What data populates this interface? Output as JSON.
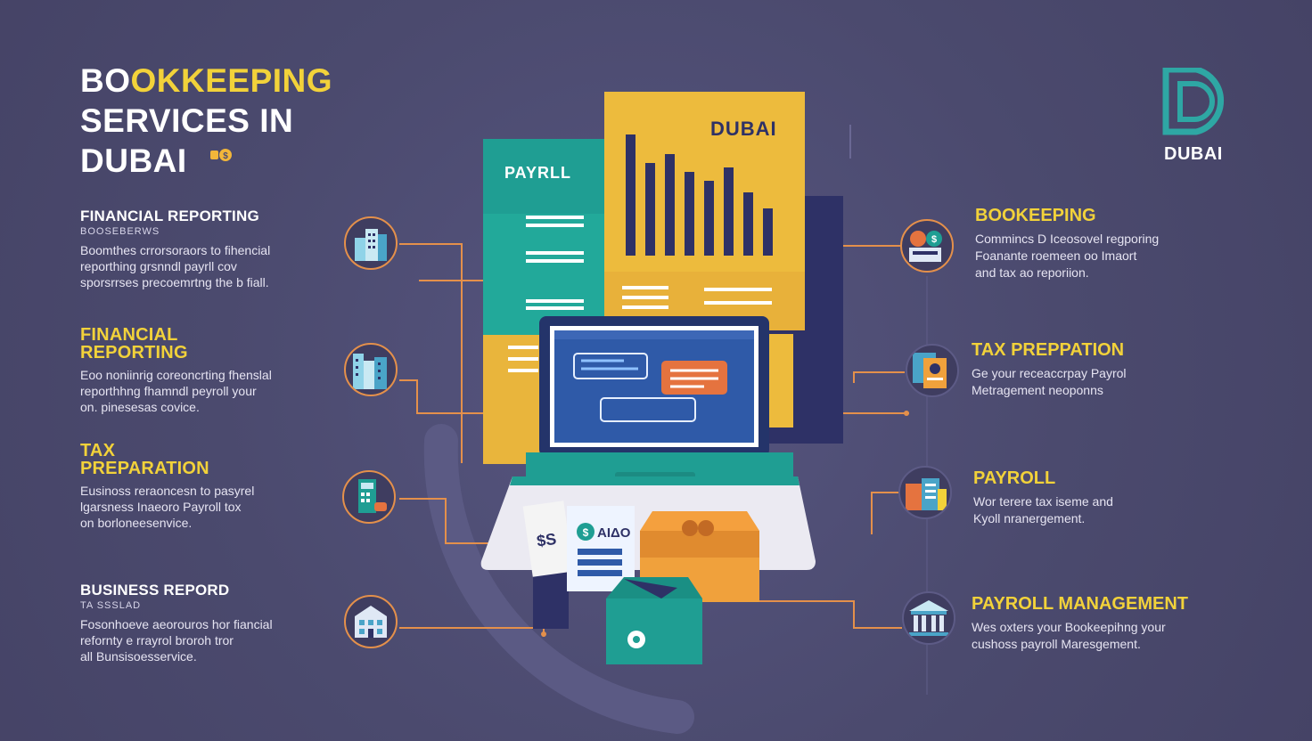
{
  "title": {
    "line1_a": "BO",
    "line1_b": "OKKEEPING",
    "line2": "SERVICES IN",
    "line3": "DUBAI"
  },
  "brand": {
    "text": "DUBAI",
    "accent": "#2ea7a4"
  },
  "documents": {
    "yellow_title": "DUBAI",
    "teal_title": "PAYRLL",
    "box_label": "AIΔO"
  },
  "left_items": [
    {
      "heading": "FINANCIAL REPORTING",
      "subheading": "BOOSEBERWS",
      "text": "Boomthes crrorsoraors to fihencial\nreporthing grsnndl payrll cov\nsporsrrses precoemrtng the b fiall.",
      "icon": "city-buildings-icon"
    },
    {
      "heading": "FINANCIAL\nREPORTING",
      "subheading": "",
      "text": "Eoo noniinrig  coreoncrting fhenslal\nreporthhng fhamndl peyroll your\non. pinesesas covice.",
      "icon": "skyscraper-icon"
    },
    {
      "heading": "TAX\nPREPARATION",
      "subheading": "",
      "text": "Eusinoss reraoncesn to pasyrel\nlgarsness Inaeoro Payroll tox\non borloneesenvice.",
      "icon": "calculator-icon"
    },
    {
      "heading": "BUSINESS REPORD",
      "subheading": "TA SSSLAD",
      "text": "Fosonhoeve aeorouros hor fiancial\nrefornty e rrayrol broroh tror\nall Bunsisoesservice.",
      "icon": "building-icon"
    }
  ],
  "right_items": [
    {
      "heading": "BOOKEEPING",
      "text": "Commincs D Iceosovel regporing\nFoanante roemeen oo Imaort\nand tax ao reporiion.",
      "icon": "money-coins-icon"
    },
    {
      "heading": "TAX PREPPATION",
      "text": "Ge your receaccrpay Payrol\nMetragement neoponns",
      "icon": "tax-documents-icon"
    },
    {
      "heading": "PAYROLL",
      "text": "Wor terere tax iseme  and\nKyoll nranergement.",
      "icon": "payroll-shop-icon"
    },
    {
      "heading": "PAYROLL MANAGEMENT",
      "text": "Wes oxters your Bookeepihng your\ncushoss payroll Maresgement.",
      "icon": "bank-icon"
    }
  ],
  "colors": {
    "background": "#4e4c71",
    "yellow": "#f2d23a",
    "teal": "#1f9e93",
    "orange": "#e4904b",
    "navy": "#2e3166"
  }
}
